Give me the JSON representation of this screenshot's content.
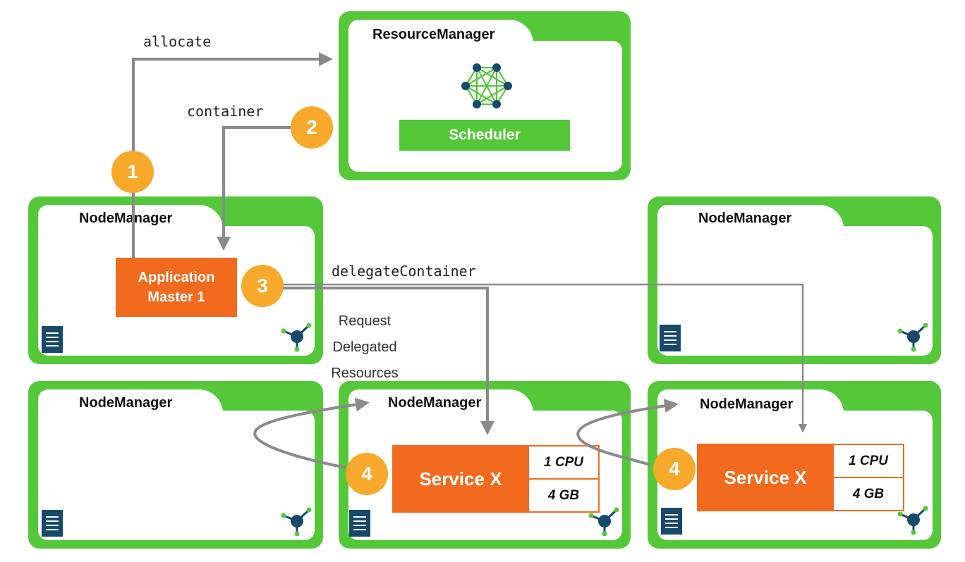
{
  "resource_manager": {
    "title": "ResourceManager",
    "scheduler_label": "Scheduler",
    "icon": "cluster-network-icon"
  },
  "node_managers": [
    {
      "title": "NodeManager"
    },
    {
      "title": "NodeManager"
    },
    {
      "title": "NodeManager"
    },
    {
      "title": "NodeManager"
    },
    {
      "title": "NodeManager"
    }
  ],
  "application_master": {
    "line1": "Application",
    "line2": "Master 1"
  },
  "services": [
    {
      "name": "Service X",
      "cpu": "1 CPU",
      "mem": "4 GB"
    },
    {
      "name": "Service X",
      "cpu": "1 CPU",
      "mem": "4 GB"
    }
  ],
  "edge_labels": {
    "allocate": "allocate",
    "container": "container",
    "delegate": "delegateContainer",
    "request_line1": "Request",
    "request_line2": "Delegated",
    "request_line3": "Resources"
  },
  "steps": [
    "1",
    "2",
    "3",
    "4",
    "4"
  ],
  "colors": {
    "green": "#55c83a",
    "orange": "#f26a1e",
    "step": "#f6a92a",
    "arrow": "#8a8a8a",
    "icon_dark": "#17496b"
  },
  "icons": {
    "document": "document-list-icon",
    "node": "node-hub-icon"
  }
}
